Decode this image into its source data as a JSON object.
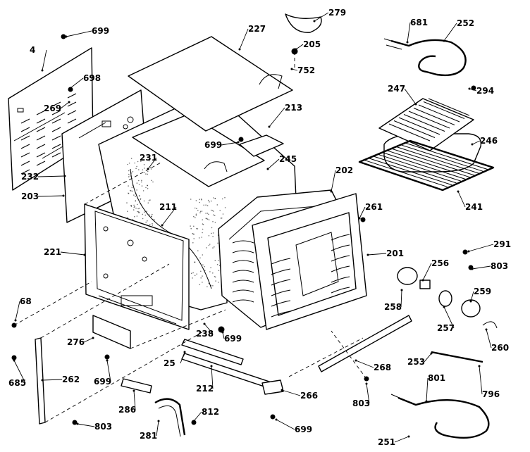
{
  "part_labels": [
    "699",
    "279",
    "227",
    "205",
    "752",
    "4",
    "681",
    "252",
    "698",
    "294",
    "269",
    "213",
    "247",
    "246",
    "699",
    "245",
    "241",
    "232",
    "231",
    "202",
    "203",
    "261",
    "211",
    "201",
    "291",
    "221",
    "256",
    "803",
    "68",
    "259",
    "258",
    "257",
    "238",
    "699",
    "260",
    "276",
    "25",
    "268",
    "253",
    "685",
    "699",
    "212",
    "262",
    "796",
    "286",
    "812",
    "266",
    "803",
    "801",
    "281",
    "803",
    "699",
    "251"
  ]
}
